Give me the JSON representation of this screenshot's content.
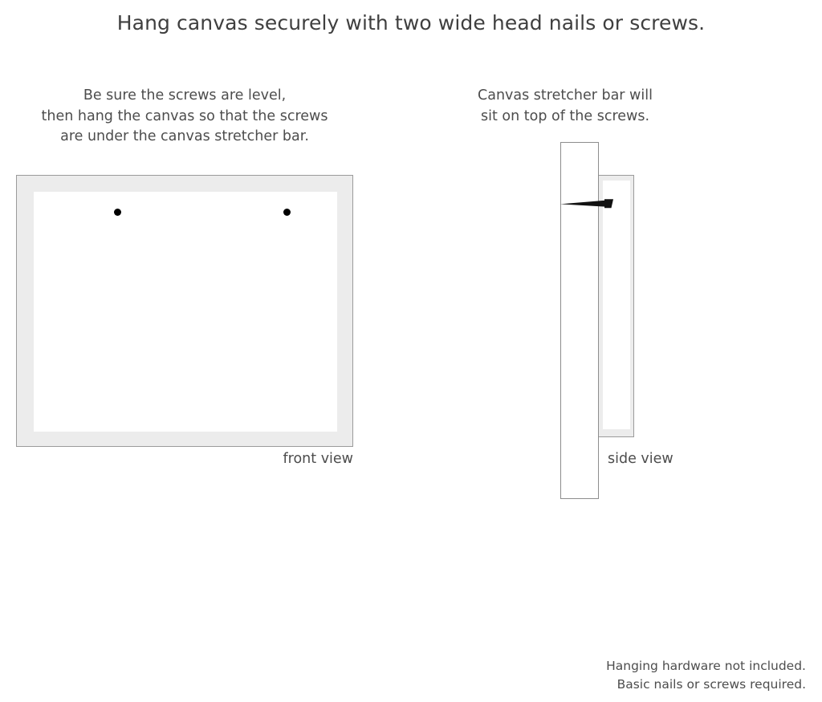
{
  "headline": "Hang canvas securely with two wide head nails or screws.",
  "captions": {
    "left": [
      "Be sure the screws are level,",
      "then hang the canvas so that the screws",
      "are under the canvas stretcher bar."
    ],
    "right": [
      "Canvas stretcher bar will",
      "sit on top of the screws."
    ]
  },
  "front_view": {
    "label": "front view",
    "screws": [
      {
        "name": "left-screw-dot"
      },
      {
        "name": "right-screw-dot"
      }
    ]
  },
  "side_view": {
    "label": "side view"
  },
  "footnote": [
    "Hanging hardware not included.",
    "Basic nails or screws required."
  ],
  "colors": {
    "frame_fill": "#ececec",
    "frame_border": "#9b9b9b",
    "panel_fill": "#ffffff",
    "screw": "#000000",
    "text": "#4d4d4d",
    "background": "#ffffff"
  }
}
